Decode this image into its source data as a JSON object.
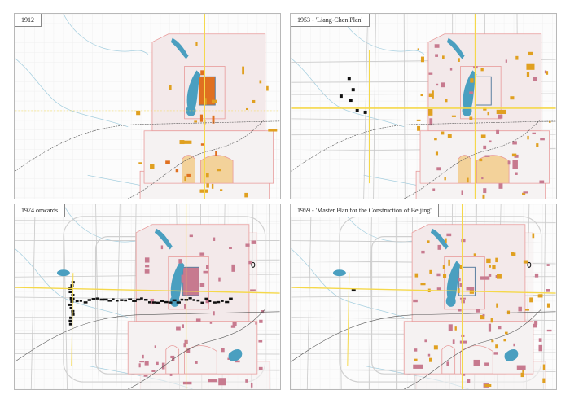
{
  "panels": [
    {
      "id": "p1",
      "label": "1912",
      "era": "1912"
    },
    {
      "id": "p2",
      "label": "1953 - 'Liang-Chen Plan'",
      "era": "1953"
    },
    {
      "id": "p3",
      "label": "1974 onwards",
      "era": "1974"
    },
    {
      "id": "p4",
      "label": "1959 - 'Master Plan for the Construction of Beijing'",
      "era": "1959"
    }
  ],
  "colors": {
    "water": "#4a9fc0",
    "wall": "#e89a9a",
    "axis": "#f5d84a",
    "building_pink": "#c77a8f",
    "building_orange": "#e0a020",
    "building_black": "#111111",
    "road": "#c8c8c8",
    "temple_fill": "#f3d29a"
  }
}
